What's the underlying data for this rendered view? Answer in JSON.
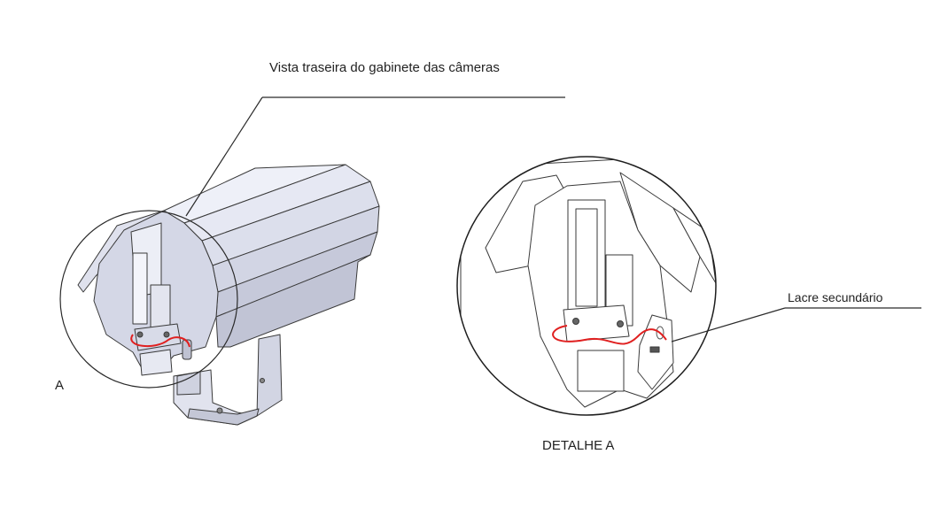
{
  "labels": {
    "main_title": "Vista traseira do gabinete das câmeras",
    "detail_marker": "A",
    "detail_title": "DETALHE A",
    "seal": "Lacre secundário"
  },
  "colors": {
    "line": "#2a2a2a",
    "housing_fill": "#e4e6f2",
    "housing_shade": "#c9ccdc",
    "housing_dark": "#b3b6c8",
    "seal_wire": "#e02020"
  }
}
